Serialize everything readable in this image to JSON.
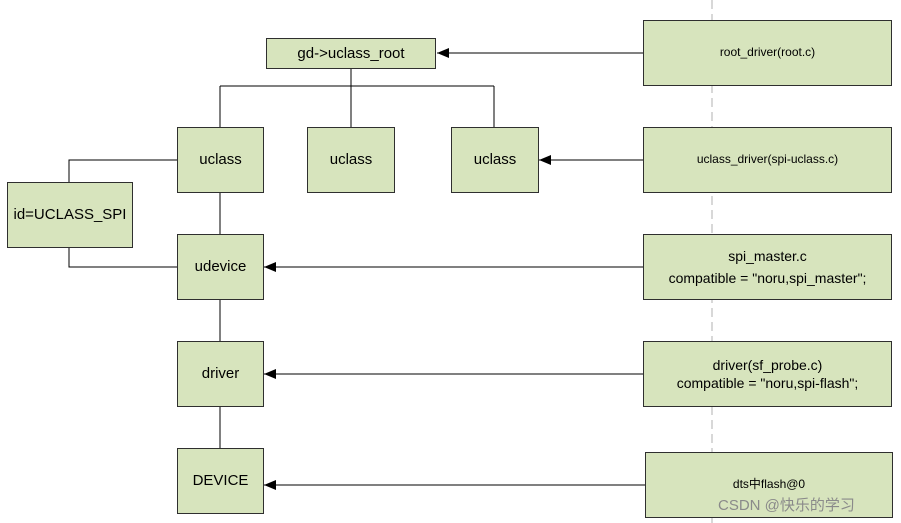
{
  "diagram": {
    "nodes": {
      "root": "gd->uclass_root",
      "uclass_1": "uclass",
      "uclass_2": "uclass",
      "uclass_3": "uclass",
      "id_uclass_spi": "id=UCLASS_SPI",
      "udevice": "udevice",
      "driver": "driver",
      "device": "DEVICE",
      "root_driver": "root_driver(root.c)",
      "uclass_driver": "uclass_driver(spi-uclass.c)",
      "spi_master_line1": "spi_master.c",
      "spi_master_line2": "compatible = \"noru,spi_master\";",
      "sf_probe_line1": "driver(sf_probe.c)",
      "sf_probe_line2": "compatible = \"noru,spi-flash\";",
      "dts_flash": "dts中flash@0"
    },
    "colors": {
      "box_fill": "#d7e4bd",
      "box_border": "#2f2f2f",
      "line": "#000000",
      "divider": "#bfbfbf"
    }
  },
  "watermark": "CSDN @快乐的学习"
}
